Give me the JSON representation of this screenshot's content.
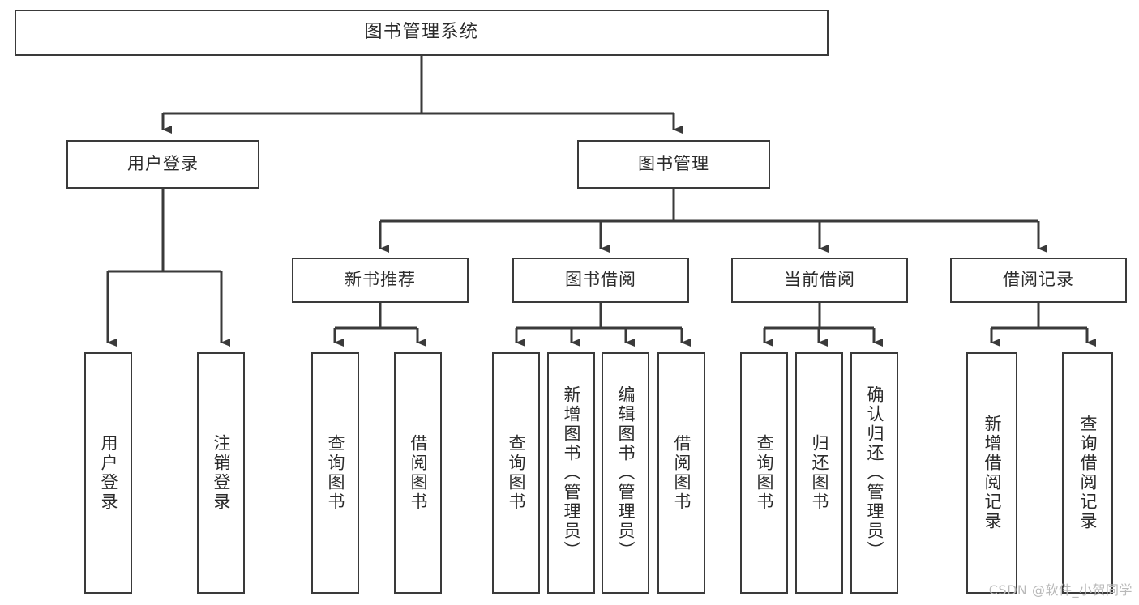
{
  "diagram": {
    "title": "图书管理系统",
    "type": "tree-hierarchy-chart",
    "colors": {
      "box_border": "#3a3a3a",
      "box_fill": "#ffffff",
      "connector": "#3a3a3a",
      "text": "#2b2b2b",
      "watermark": "#b9b9b9",
      "background": "#ffffff"
    },
    "root": {
      "label": "图书管理系统"
    },
    "level1": [
      {
        "label": "用户登录"
      },
      {
        "label": "图书管理"
      }
    ],
    "level2": [
      {
        "label": "新书推荐"
      },
      {
        "label": "图书借阅"
      },
      {
        "label": "当前借阅"
      },
      {
        "label": "借阅记录"
      }
    ],
    "leaves": {
      "user_login": [
        {
          "label": "用户登录"
        },
        {
          "label": "注销登录"
        }
      ],
      "new_book_recommend": [
        {
          "label": "查询图书"
        },
        {
          "label": "借阅图书"
        }
      ],
      "book_borrow": [
        {
          "label": "查询图书"
        },
        {
          "label": "新增图书（管理员）"
        },
        {
          "label": "编辑图书（管理员）"
        },
        {
          "label": "借阅图书"
        }
      ],
      "current_borrow": [
        {
          "label": "查询图书"
        },
        {
          "label": "归还图书"
        },
        {
          "label": "确认归还（管理员）"
        }
      ],
      "borrow_record": [
        {
          "label": "新增借阅记录"
        },
        {
          "label": "查询借阅记录"
        }
      ]
    },
    "watermark": "CSDN @软件_小贺同学"
  }
}
